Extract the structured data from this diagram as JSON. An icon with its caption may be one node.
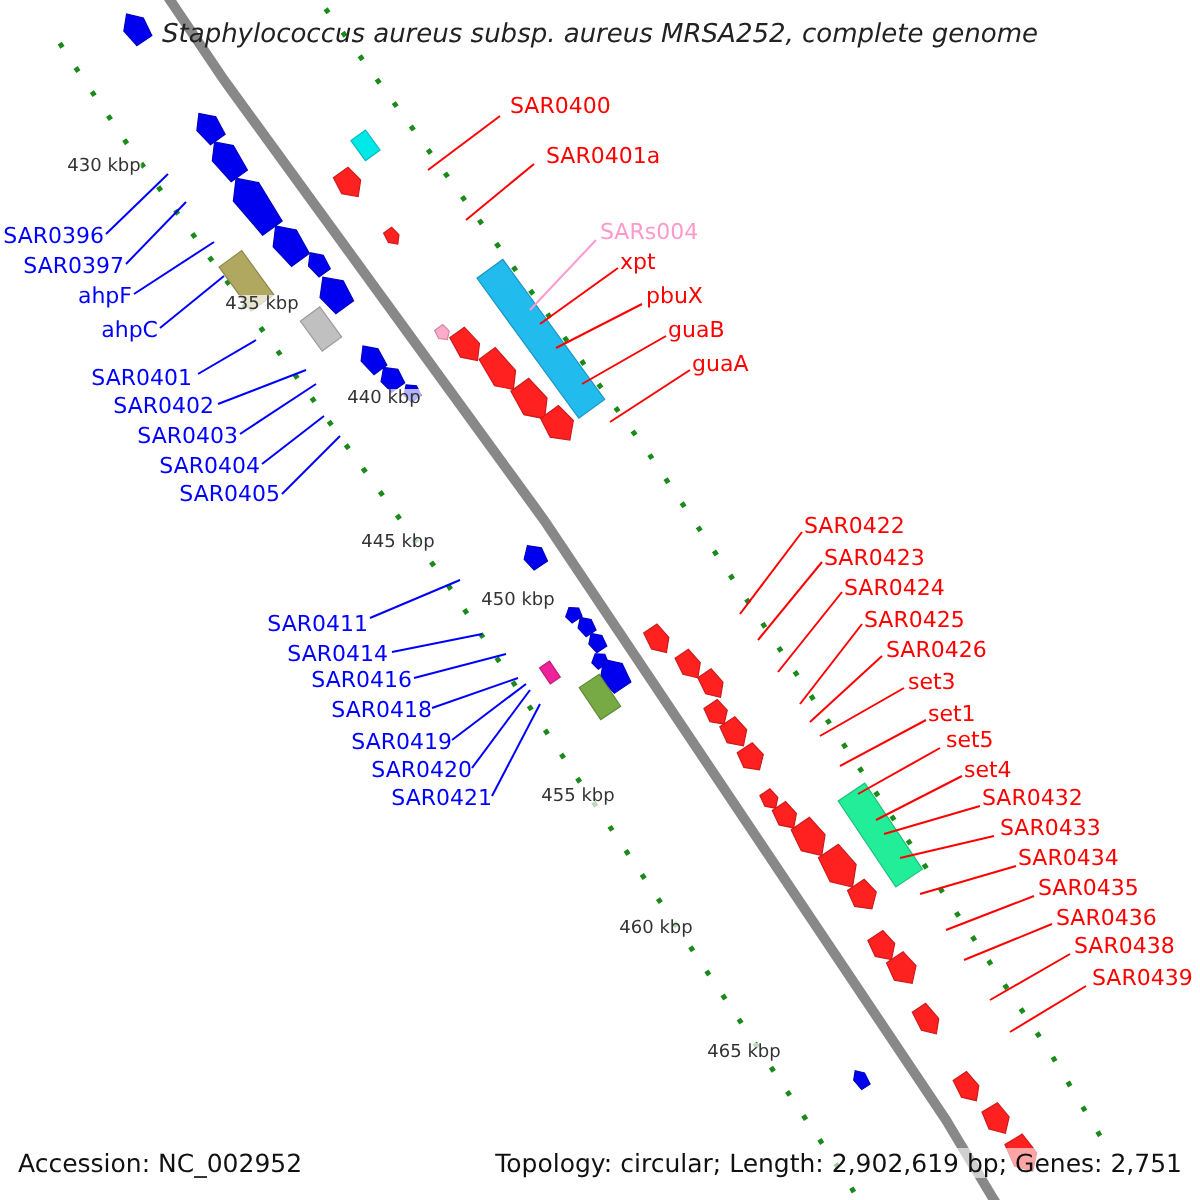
{
  "diagram": {
    "title": "Staphylococcus aureus subsp. aureus MRSA252, complete genome",
    "nodes": [
      {
        "text": [
          "SAR0400"
        ]
      },
      {
        "text": [
          "SAR0401a"
        ]
      },
      {
        "text": [
          "SARs004"
        ]
      },
      {
        "text": [
          "SAR0396"
        ]
      },
      {
        "text": [
          "xpt"
        ]
      },
      {
        "text": [
          "SAR0397"
        ]
      },
      {
        "text": [
          "ahpF"
        ]
      },
      {
        "text": [
          "pbuX"
        ]
      },
      {
        "text": [
          "ahpC"
        ]
      },
      {
        "text": [
          "guaB"
        ]
      },
      {
        "text": [
          "guaA"
        ]
      },
      {
        "text": [
          "SAR0401"
        ]
      },
      {
        "text": [
          "SAR0402"
        ]
      },
      {
        "text": [
          "SAR0403"
        ]
      },
      {
        "text": [
          "SAR0404"
        ]
      },
      {
        "text": [
          "SAR0405"
        ]
      },
      {
        "text": [
          "SAR0422"
        ]
      },
      {
        "text": [
          "SAR0423"
        ]
      },
      {
        "text": [
          "SAR0424"
        ]
      },
      {
        "text": [
          "SAR0425"
        ]
      },
      {
        "text": [
          "SAR0411"
        ]
      },
      {
        "text": [
          "SAR0426"
        ]
      },
      {
        "text": [
          "SAR0414"
        ]
      },
      {
        "text": [
          "SAR0416"
        ]
      },
      {
        "text": [
          "set3"
        ]
      },
      {
        "text": [
          "SAR0418"
        ]
      },
      {
        "text": [
          "set1"
        ]
      },
      {
        "text": [
          "set5"
        ]
      },
      {
        "text": [
          "SAR0419"
        ]
      },
      {
        "text": [
          "set4"
        ]
      },
      {
        "text": [
          "SAR0420"
        ]
      },
      {
        "text": [
          "SAR0432"
        ]
      },
      {
        "text": [
          "SAR0421"
        ]
      },
      {
        "text": [
          "SAR0433"
        ]
      },
      {
        "text": [
          "SAR0434"
        ]
      },
      {
        "text": [
          "SAR0435"
        ]
      },
      {
        "text": [
          "SAR0436"
        ]
      },
      {
        "text": [
          "SAR0438"
        ]
      },
      {
        "text": [
          "SAR0439"
        ]
      }
    ],
    "edges": [
      {
        "from": 0,
        "to": null,
        "arrow": "none"
      },
      {
        "from": 1,
        "to": null,
        "arrow": "none"
      },
      {
        "from": 2,
        "to": null,
        "arrow": "none",
        "color": "#ff99cc"
      },
      {
        "from": 3,
        "to": null,
        "arrow": "none",
        "color": "#0000ff"
      },
      {
        "from": 4,
        "to": null,
        "arrow": "none"
      },
      {
        "from": 5,
        "to": null,
        "arrow": "none",
        "color": "#0000ff"
      },
      {
        "from": 6,
        "to": null,
        "arrow": "none",
        "color": "#0000ff"
      },
      {
        "from": 7,
        "to": null,
        "arrow": "none"
      },
      {
        "from": 8,
        "to": null,
        "arrow": "none",
        "color": "#0000ff"
      },
      {
        "from": 9,
        "to": null,
        "arrow": "none"
      },
      {
        "from": 10,
        "to": null,
        "arrow": "none"
      },
      {
        "from": 11,
        "to": null,
        "arrow": "none",
        "color": "#0000ff"
      },
      {
        "from": 12,
        "to": null,
        "arrow": "none",
        "color": "#0000ff"
      },
      {
        "from": 13,
        "to": null,
        "arrow": "none",
        "color": "#0000ff"
      },
      {
        "from": 14,
        "to": null,
        "arrow": "none",
        "color": "#0000ff"
      },
      {
        "from": 15,
        "to": null,
        "arrow": "none",
        "color": "#0000ff"
      },
      {
        "from": 16,
        "to": null,
        "arrow": "none"
      },
      {
        "from": 17,
        "to": null,
        "arrow": "none"
      },
      {
        "from": 18,
        "to": null,
        "arrow": "none"
      },
      {
        "from": 19,
        "to": null,
        "arrow": "none"
      },
      {
        "from": 20,
        "to": null,
        "arrow": "none",
        "color": "#0000ff"
      },
      {
        "from": 21,
        "to": null,
        "arrow": "none"
      },
      {
        "from": 22,
        "to": null,
        "arrow": "none",
        "color": "#0000ff"
      },
      {
        "from": 23,
        "to": null,
        "arrow": "none",
        "color": "#0000ff"
      },
      {
        "from": 24,
        "to": null,
        "arrow": "none"
      },
      {
        "from": 25,
        "to": null,
        "arrow": "none",
        "color": "#0000ff"
      },
      {
        "from": 26,
        "to": null,
        "arrow": "none"
      },
      {
        "from": 27,
        "to": null,
        "arrow": "none"
      },
      {
        "from": 28,
        "to": null,
        "arrow": "none",
        "color": "#0000ff"
      },
      {
        "from": 29,
        "to": null,
        "arrow": "none"
      },
      {
        "from": 30,
        "to": null,
        "arrow": "none",
        "color": "#0000ff"
      },
      {
        "from": 31,
        "to": null,
        "arrow": "none"
      },
      {
        "from": 32,
        "to": null,
        "arrow": "none",
        "color": "#0000ff"
      },
      {
        "from": 33,
        "to": null,
        "arrow": "none"
      },
      {
        "from": 34,
        "to": null,
        "arrow": "none"
      },
      {
        "from": 35,
        "to": null,
        "arrow": "none"
      },
      {
        "from": 36,
        "to": null,
        "arrow": "none"
      },
      {
        "from": 37,
        "to": null,
        "arrow": "none"
      },
      {
        "from": 38,
        "to": null,
        "arrow": "none"
      }
    ],
    "labels": [
      "430 kbp",
      "435 kbp",
      "440 kbp",
      "445 kbp",
      "450 kbp",
      "455 kbp",
      "460 kbp",
      "465 kbp",
      "Accession: NC_002952",
      "Topology: circular; Length: 2,902,619 bp; Genes: 2,751"
    ]
  }
}
